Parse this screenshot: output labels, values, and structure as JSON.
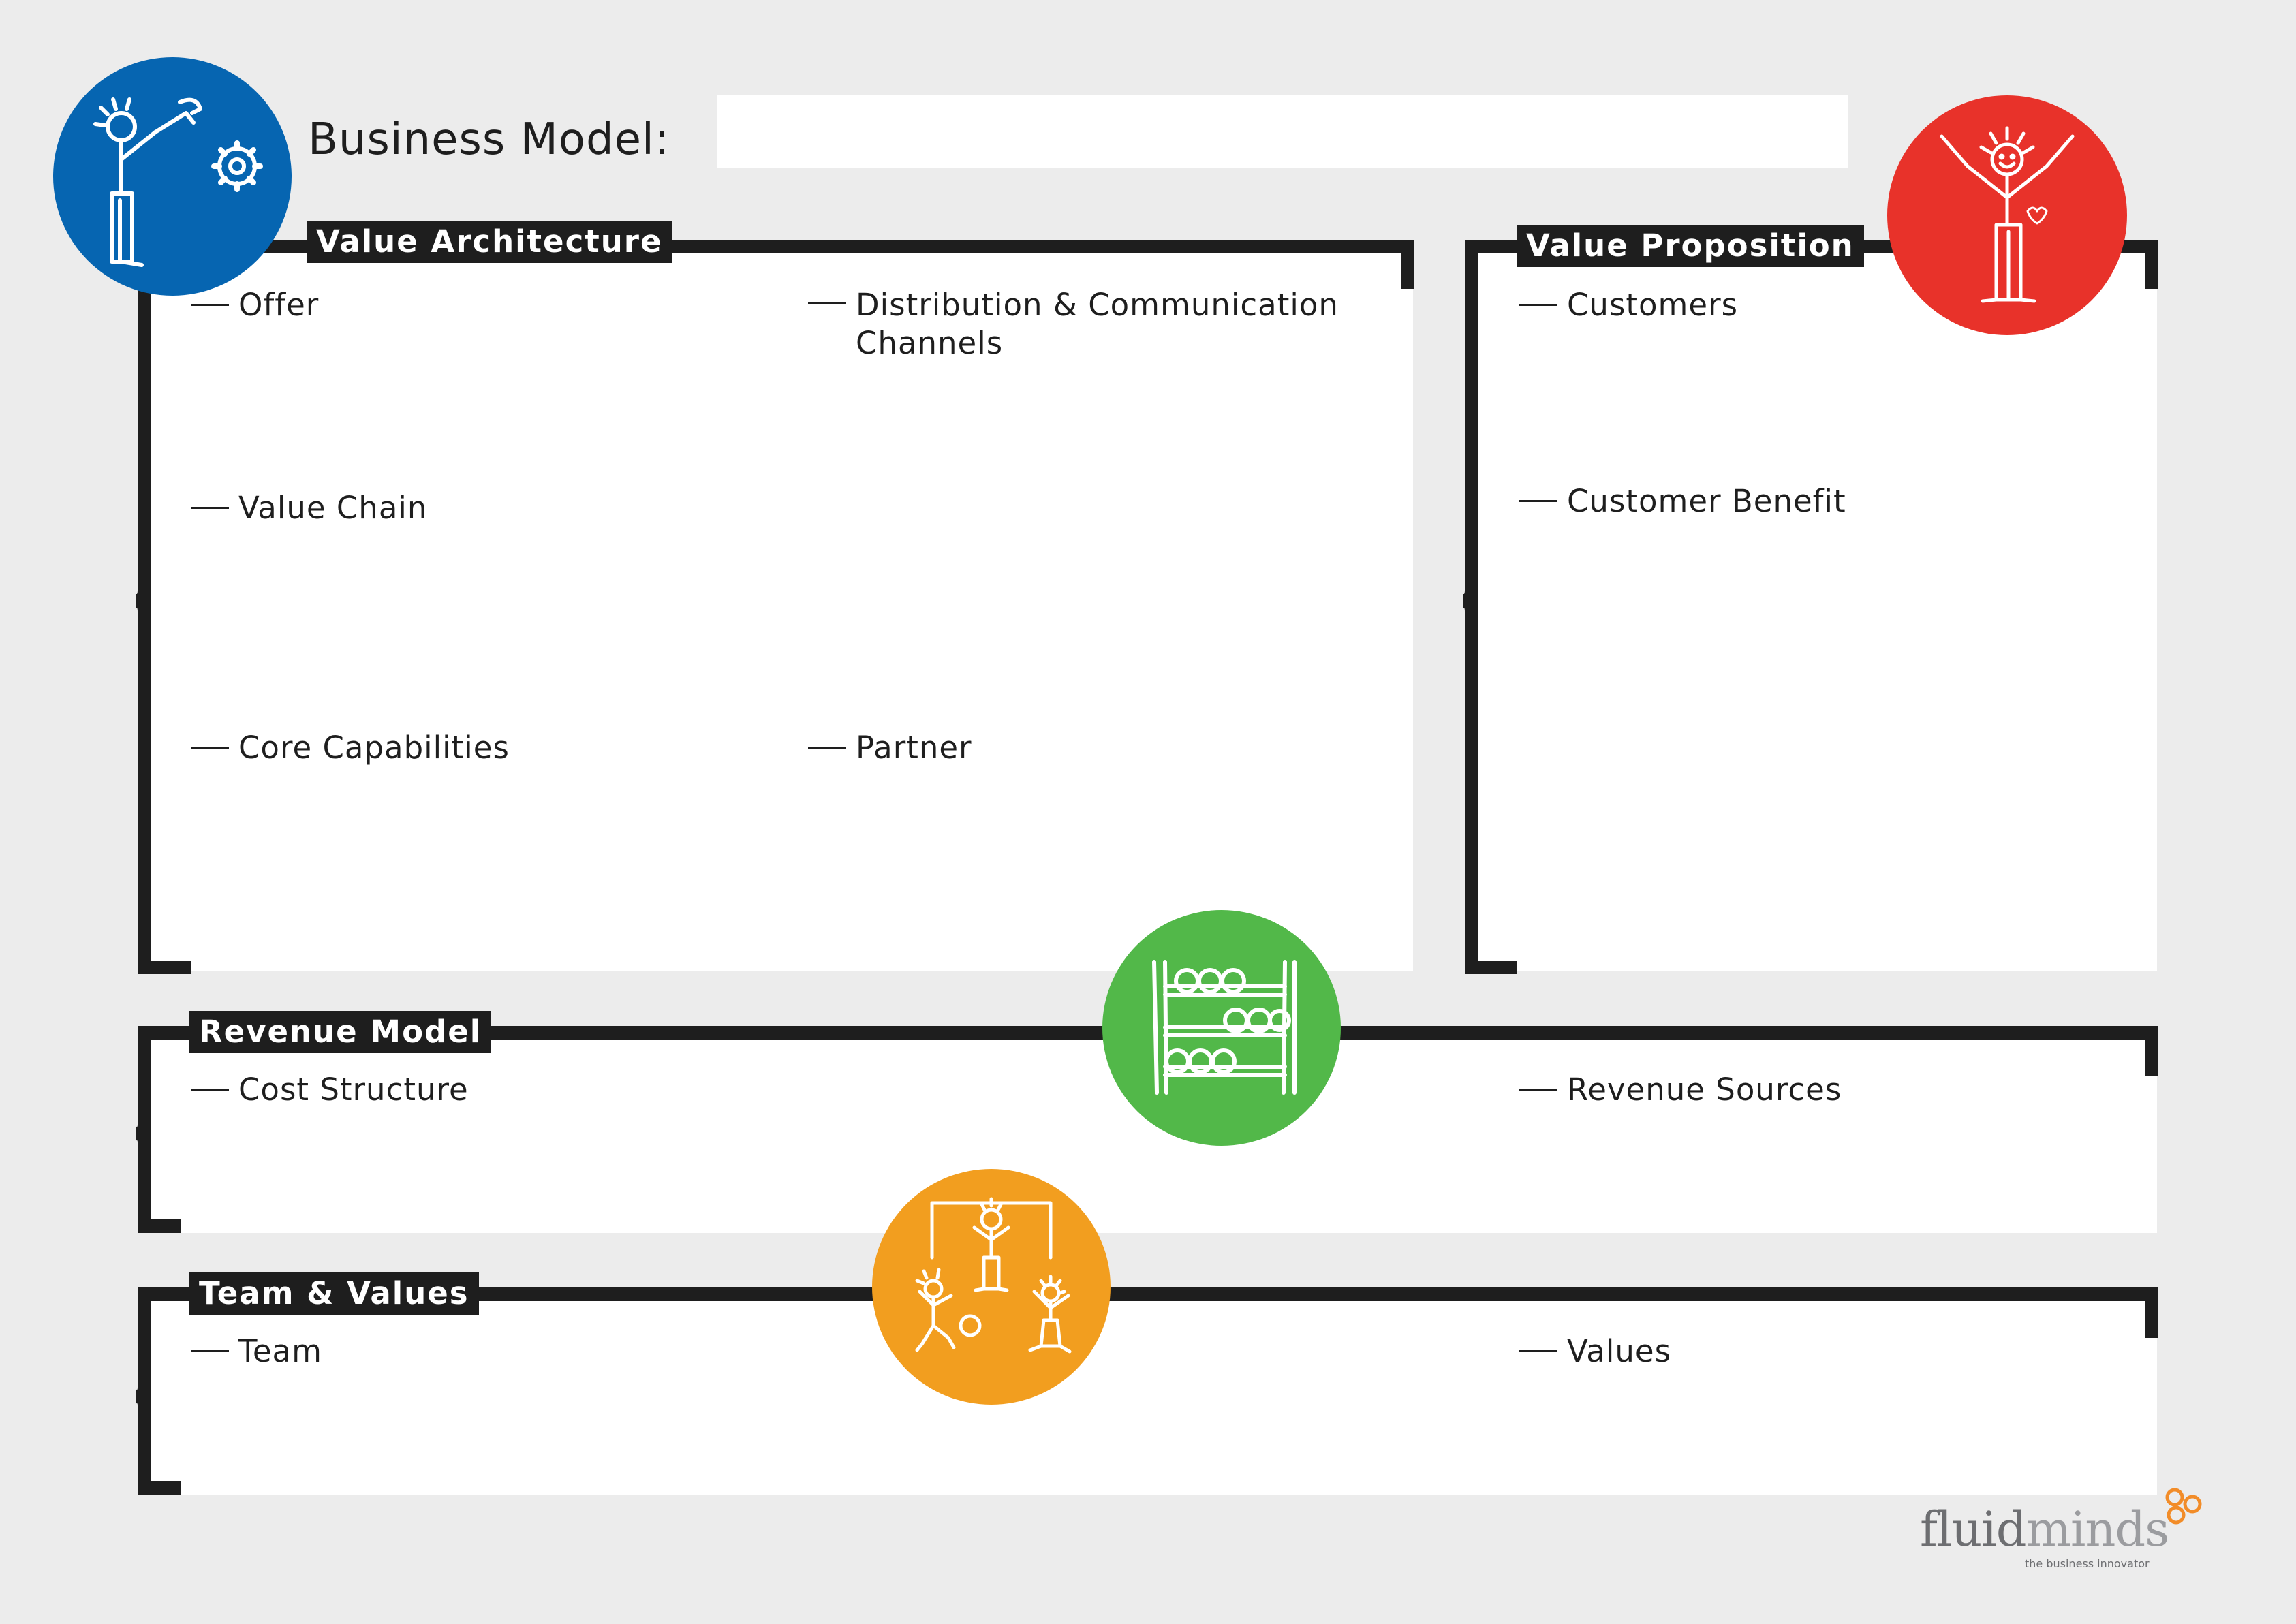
{
  "header": {
    "title": "Business Model:",
    "name_field_value": ""
  },
  "sections": {
    "value_architecture": {
      "title": "Value Architecture",
      "items": [
        "Offer",
        "Distribution & Communication Channels",
        "Value Chain",
        "Core Capabilities",
        "Partner"
      ]
    },
    "value_proposition": {
      "title": "Value Proposition",
      "items": [
        "Customers",
        "Customer Benefit"
      ]
    },
    "revenue_model": {
      "title": "Revenue Model",
      "items": [
        "Cost Structure",
        "Revenue Sources"
      ]
    },
    "team_values": {
      "title": "Team & Values",
      "items": [
        "Team",
        "Values"
      ]
    }
  },
  "icons": {
    "tools": {
      "name": "tools-person-icon",
      "color": "#0665b1"
    },
    "happy": {
      "name": "happy-person-icon",
      "color": "#e8322a"
    },
    "abacus": {
      "name": "abacus-icon",
      "color": "#52b849"
    },
    "team": {
      "name": "team-people-icon",
      "color": "#f29e1f"
    }
  },
  "brand": {
    "logo_part1": "fluid",
    "logo_part2": "minds",
    "tagline": "the business innovator",
    "accent": "#f28c28"
  },
  "colors": {
    "frame": "#1e1e1e",
    "background": "#ececec",
    "panel": "#ffffff"
  }
}
